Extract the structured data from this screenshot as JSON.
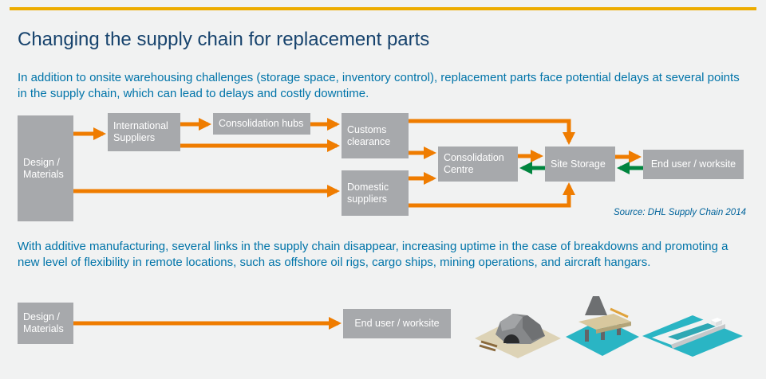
{
  "header": {
    "title": "Changing the supply chain for replacement parts",
    "intro": "In addition to onsite warehousing challenges (storage space, inventory control), replacement parts face potential delays at several points in the supply chain, which can lead to delays and costly downtime."
  },
  "before_diagram": {
    "nodes": [
      {
        "id": "design-materials",
        "label": "Design / Materials"
      },
      {
        "id": "international-suppliers",
        "label": "International Suppliers"
      },
      {
        "id": "consolidation-hubs",
        "label": "Consolidation hubs"
      },
      {
        "id": "customs-clearance",
        "label": "Customs clearance"
      },
      {
        "id": "domestic-suppliers",
        "label": "Domestic suppliers"
      },
      {
        "id": "consolidation-centre",
        "label": "Consolidation Centre"
      },
      {
        "id": "site-storage",
        "label": "Site Storage"
      },
      {
        "id": "end-user-worksite",
        "label": "End user / worksite"
      }
    ],
    "edges": [
      {
        "from": "design-materials",
        "to": "international-suppliers",
        "color": "orange"
      },
      {
        "from": "international-suppliers",
        "to": "consolidation-hubs",
        "color": "orange"
      },
      {
        "from": "consolidation-hubs",
        "to": "customs-clearance",
        "color": "orange"
      },
      {
        "from": "international-suppliers",
        "to": "customs-clearance",
        "color": "orange"
      },
      {
        "from": "customs-clearance",
        "to": "consolidation-centre",
        "color": "orange"
      },
      {
        "from": "customs-clearance",
        "to": "site-storage",
        "color": "orange"
      },
      {
        "from": "design-materials",
        "to": "domestic-suppliers",
        "color": "orange"
      },
      {
        "from": "domestic-suppliers",
        "to": "consolidation-centre",
        "color": "orange"
      },
      {
        "from": "domestic-suppliers",
        "to": "site-storage",
        "color": "orange"
      },
      {
        "from": "consolidation-centre",
        "to": "site-storage",
        "color": "orange"
      },
      {
        "from": "site-storage",
        "to": "end-user-worksite",
        "color": "orange"
      },
      {
        "from": "site-storage",
        "to": "consolidation-centre",
        "color": "green"
      },
      {
        "from": "end-user-worksite",
        "to": "site-storage",
        "color": "green"
      }
    ],
    "source_note": "Source: DHL Supply Chain 2014"
  },
  "after_section": {
    "paragraph": "With additive manufacturing, several links in the supply chain disappear, increasing uptime in the case of breakdowns and promoting a new level of flexibility in remote locations, such as offshore oil rigs, cargo ships, mining operations, and aircraft hangars.",
    "nodes": [
      {
        "id": "design-materials",
        "label": "Design / Materials"
      },
      {
        "id": "end-user-worksite",
        "label": "End user / worksite"
      }
    ],
    "edges": [
      {
        "from": "design-materials",
        "to": "end-user-worksite",
        "color": "orange"
      }
    ]
  },
  "illustrations": [
    {
      "name": "mining-operation"
    },
    {
      "name": "offshore-oil-rig"
    },
    {
      "name": "cargo-ship"
    }
  ],
  "colors": {
    "accent_bar": "#edac00",
    "node_gray": "#a7a9ac",
    "arrow_orange": "#ef7c00",
    "arrow_green": "#00853e",
    "title_navy": "#17436d",
    "body_blue": "#0074a9",
    "water_teal": "#2ab5c4"
  }
}
